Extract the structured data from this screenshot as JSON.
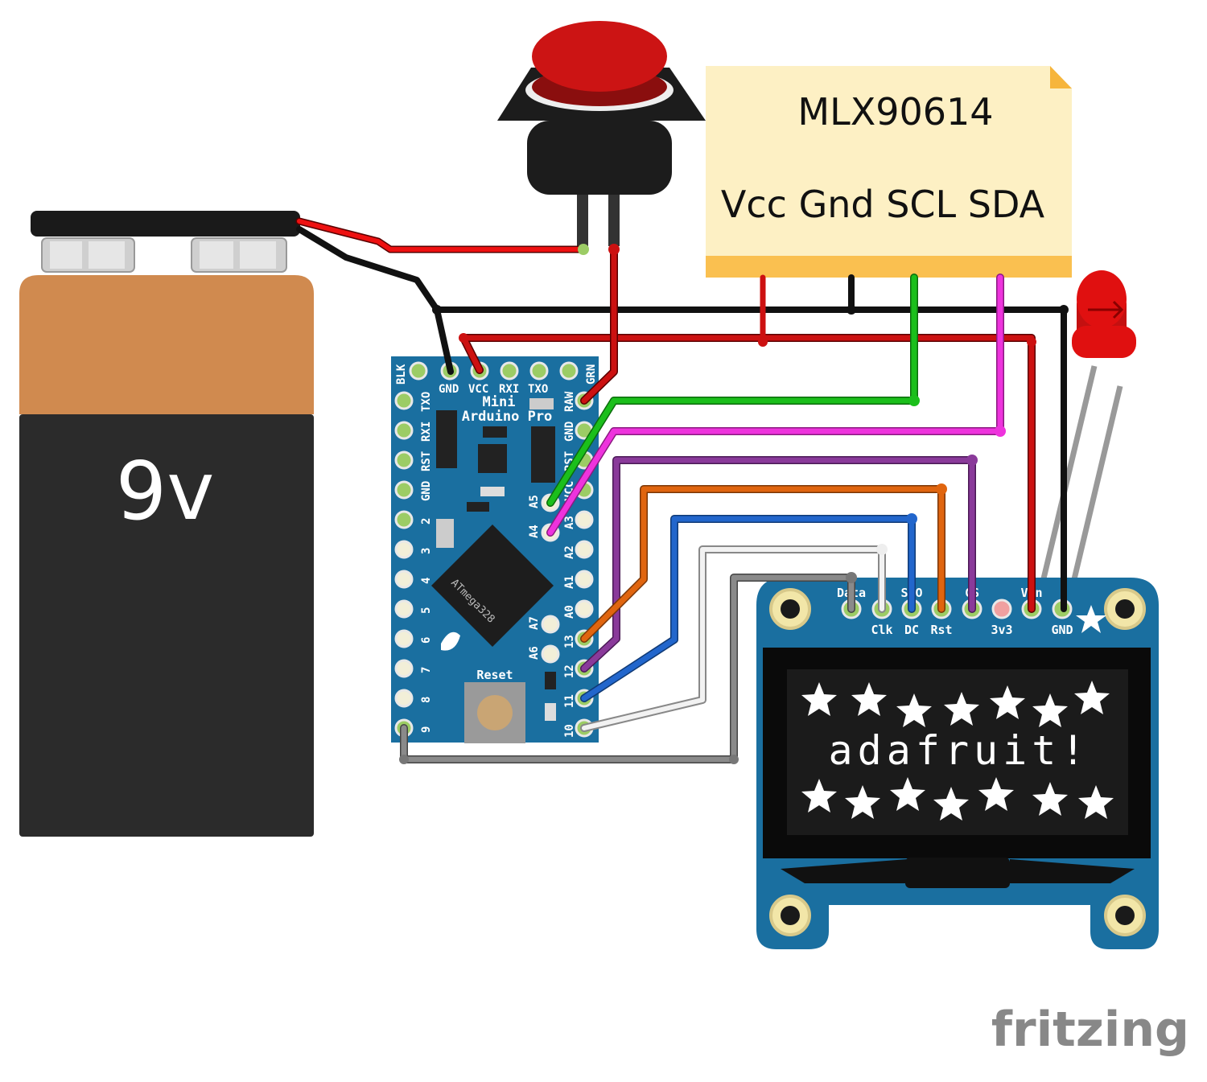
{
  "battery": {
    "label": "9v"
  },
  "sensor_note": {
    "title": "MLX90614",
    "pins": "Vcc Gnd SCL SDA"
  },
  "board": {
    "line1": "Mini",
    "line2": "Arduino Pro",
    "chip": "ATmega328",
    "reset": "Reset",
    "top_pins": [
      "BLK",
      "GND",
      "VCC",
      "RXI",
      "TXO",
      "GRN"
    ],
    "left_pins": [
      "TXO",
      "RXI",
      "RST",
      "GND",
      "2",
      "3",
      "4",
      "5",
      "6",
      "7",
      "8",
      "9"
    ],
    "right_pins": [
      "RAW",
      "GND",
      "RST",
      "VCC",
      "A3",
      "A2",
      "A1",
      "A0",
      "13",
      "12",
      "11",
      "10"
    ],
    "inner_pins": [
      "A5",
      "A4",
      "A7",
      "A6"
    ]
  },
  "oled": {
    "top_labels": [
      "Data",
      "SDO",
      "CS",
      "Vin"
    ],
    "bottom_labels": [
      "Clk",
      "DC",
      "Rst",
      "3v3",
      "GND"
    ],
    "screen_text": "adafruit!"
  },
  "brand": "fritzing",
  "colors": {
    "wire_red": "#cc1111",
    "wire_black": "#111111",
    "wire_green": "#1bbf1b",
    "wire_magenta": "#ee33dd",
    "wire_purple": "#8a3a9a",
    "wire_orange": "#e0650f",
    "wire_blue": "#2266cc",
    "wire_white": "#dddddd",
    "wire_gray": "#777777",
    "board_blue": "#1a6fa0",
    "note_yellow": "#fdf0c4",
    "led_red": "#e01010"
  }
}
